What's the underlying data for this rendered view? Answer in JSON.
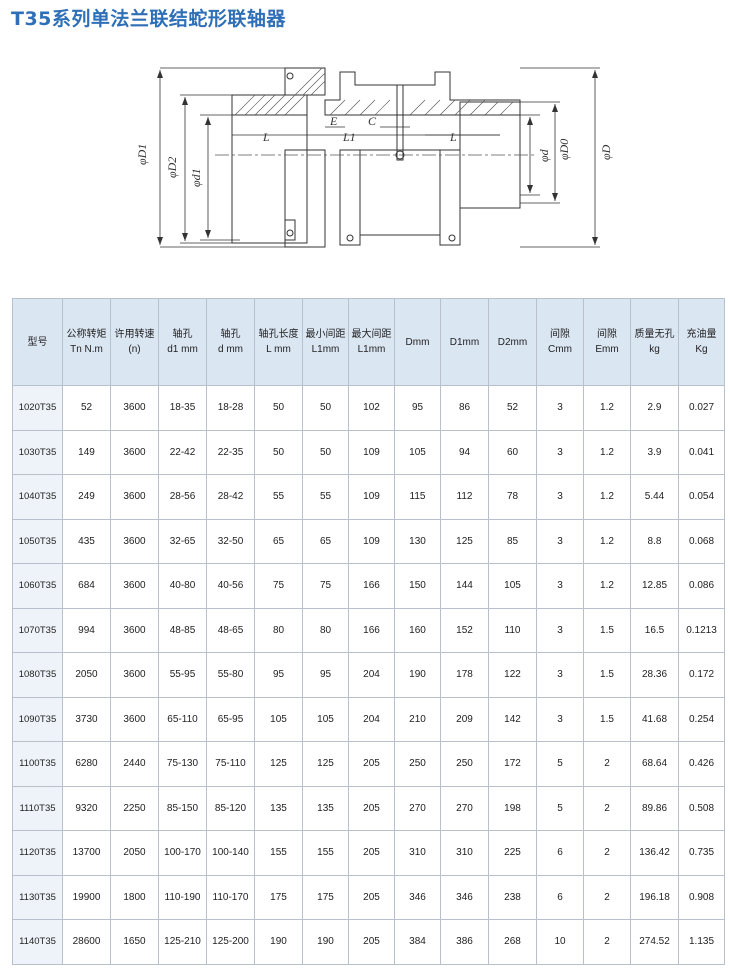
{
  "title": "T35系列单法兰联结蛇形联轴器",
  "drawing_labels": {
    "D1": "φD1",
    "D2": "φD2",
    "d1": "φd1",
    "d": "φd",
    "D0": "φD0",
    "D": "φD",
    "L_left": "L",
    "E": "E",
    "L1": "L1",
    "C": "C",
    "L_right": "L"
  },
  "table": {
    "headers": [
      [
        "型号"
      ],
      [
        "公称转矩",
        "Tn N.m"
      ],
      [
        "许用转速",
        "(n)"
      ],
      [
        "轴孔",
        "d1 mm"
      ],
      [
        "轴孔",
        "d mm"
      ],
      [
        "轴孔长度",
        "L mm"
      ],
      [
        "最小间距",
        "L1mm"
      ],
      [
        "最大间距",
        "L1mm"
      ],
      [
        "Dmm"
      ],
      [
        "D1mm"
      ],
      [
        "D2mm"
      ],
      [
        "间隙",
        "Cmm"
      ],
      [
        "间隙",
        "Emm"
      ],
      [
        "质量无孔",
        "kg"
      ],
      [
        "充油量",
        "Kg"
      ]
    ],
    "rows": [
      [
        "1020T35",
        "52",
        "3600",
        "18-35",
        "18-28",
        "50",
        "50",
        "102",
        "95",
        "86",
        "52",
        "3",
        "1.2",
        "2.9",
        "0.027"
      ],
      [
        "1030T35",
        "149",
        "3600",
        "22-42",
        "22-35",
        "50",
        "50",
        "109",
        "105",
        "94",
        "60",
        "3",
        "1.2",
        "3.9",
        "0.041"
      ],
      [
        "1040T35",
        "249",
        "3600",
        "28-56",
        "28-42",
        "55",
        "55",
        "109",
        "115",
        "112",
        "78",
        "3",
        "1.2",
        "5.44",
        "0.054"
      ],
      [
        "1050T35",
        "435",
        "3600",
        "32-65",
        "32-50",
        "65",
        "65",
        "109",
        "130",
        "125",
        "85",
        "3",
        "1.2",
        "8.8",
        "0.068"
      ],
      [
        "1060T35",
        "684",
        "3600",
        "40-80",
        "40-56",
        "75",
        "75",
        "166",
        "150",
        "144",
        "105",
        "3",
        "1.2",
        "12.85",
        "0.086"
      ],
      [
        "1070T35",
        "994",
        "3600",
        "48-85",
        "48-65",
        "80",
        "80",
        "166",
        "160",
        "152",
        "110",
        "3",
        "1.5",
        "16.5",
        "0.1213"
      ],
      [
        "1080T35",
        "2050",
        "3600",
        "55-95",
        "55-80",
        "95",
        "95",
        "204",
        "190",
        "178",
        "122",
        "3",
        "1.5",
        "28.36",
        "0.172"
      ],
      [
        "1090T35",
        "3730",
        "3600",
        "65-110",
        "65-95",
        "105",
        "105",
        "204",
        "210",
        "209",
        "142",
        "3",
        "1.5",
        "41.68",
        "0.254"
      ],
      [
        "1100T35",
        "6280",
        "2440",
        "75-130",
        "75-110",
        "125",
        "125",
        "205",
        "250",
        "250",
        "172",
        "5",
        "2",
        "68.64",
        "0.426"
      ],
      [
        "1110T35",
        "9320",
        "2250",
        "85-150",
        "85-120",
        "135",
        "135",
        "205",
        "270",
        "270",
        "198",
        "5",
        "2",
        "89.86",
        "0.508"
      ],
      [
        "1120T35",
        "13700",
        "2050",
        "100-170",
        "100-140",
        "155",
        "155",
        "205",
        "310",
        "310",
        "225",
        "6",
        "2",
        "136.42",
        "0.735"
      ],
      [
        "1130T35",
        "19900",
        "1800",
        "110-190",
        "110-170",
        "175",
        "175",
        "205",
        "346",
        "346",
        "238",
        "6",
        "2",
        "196.18",
        "0.908"
      ],
      [
        "1140T35",
        "28600",
        "1650",
        "125-210",
        "125-200",
        "190",
        "190",
        "205",
        "384",
        "386",
        "268",
        "10",
        "2",
        "274.52",
        "1.135"
      ]
    ]
  }
}
